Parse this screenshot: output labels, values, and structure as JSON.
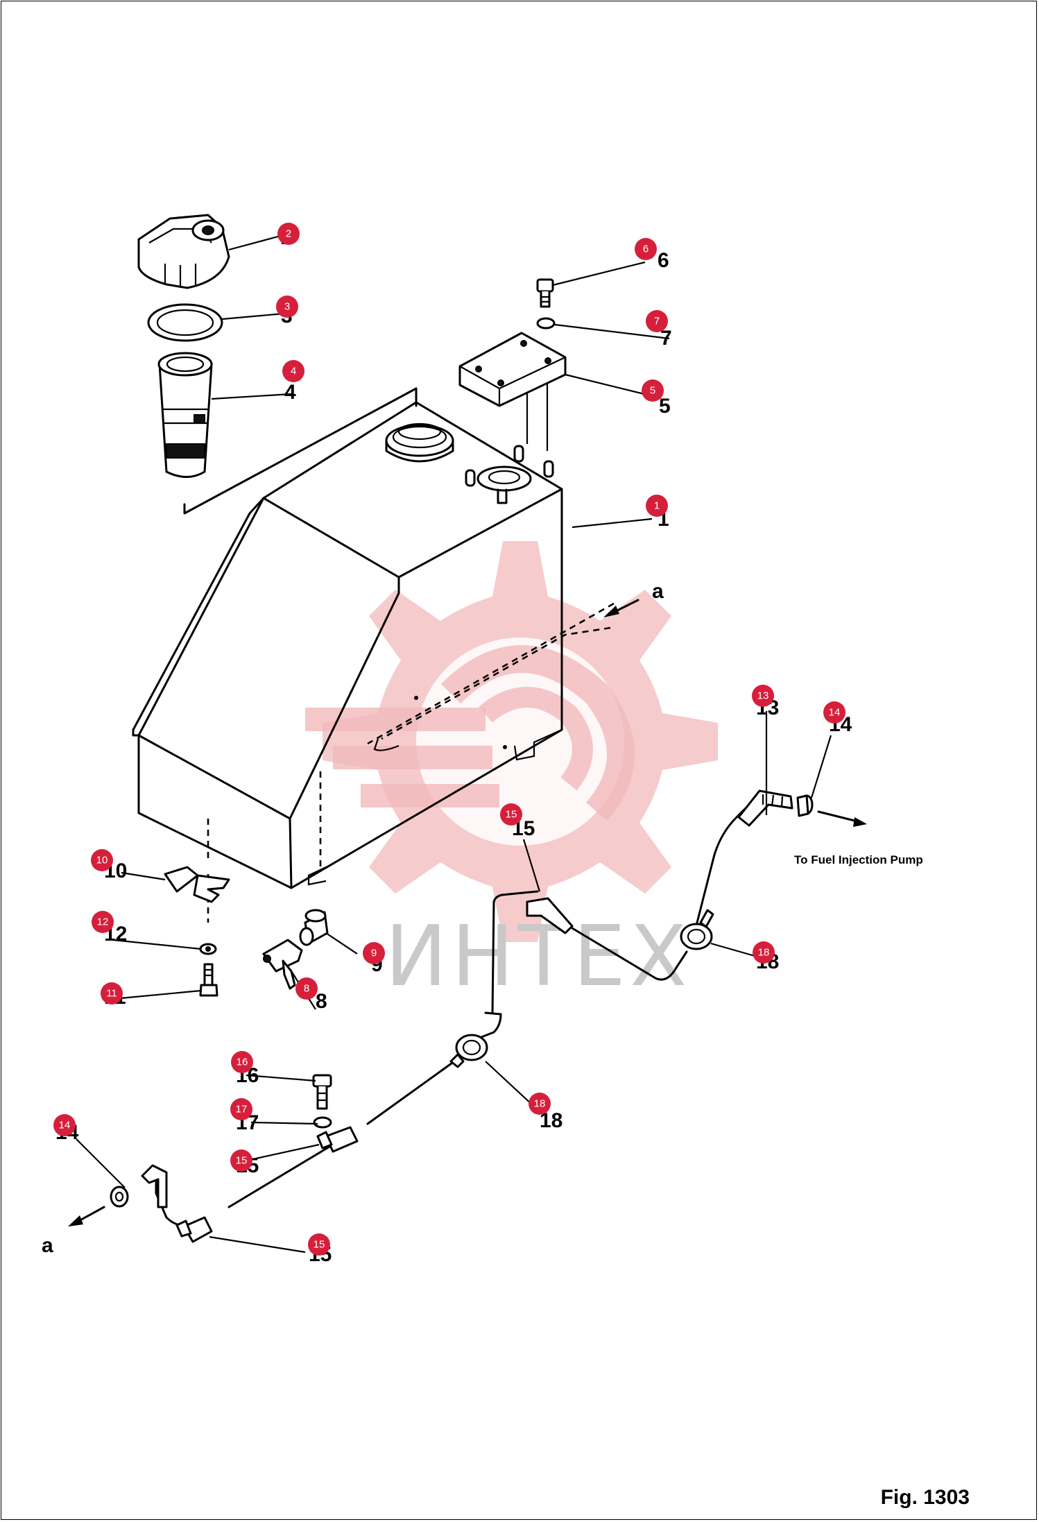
{
  "figure": {
    "caption": "Fig. 1303"
  },
  "watermark": {
    "text": "ИНТЕХ",
    "color": "#f1b9bb"
  },
  "badge_color": "#d61f3b",
  "direction_labels": {
    "a_top": "a",
    "a_bottom": "a"
  },
  "note": "To Fuel Injection Pump",
  "callouts": [
    {
      "number": "1",
      "printed": "1"
    },
    {
      "number": "2",
      "printed": "2"
    },
    {
      "number": "3",
      "printed": "3"
    },
    {
      "number": "4",
      "printed": "4"
    },
    {
      "number": "5",
      "printed": "5"
    },
    {
      "number": "6",
      "printed": "6"
    },
    {
      "number": "7",
      "printed": "7"
    },
    {
      "number": "8",
      "printed": "8"
    },
    {
      "number": "9",
      "printed": "9"
    },
    {
      "number": "10",
      "printed": "10"
    },
    {
      "number": "11",
      "printed": "11"
    },
    {
      "number": "12",
      "printed": "12"
    },
    {
      "number": "13",
      "printed": "13"
    },
    {
      "number": "14",
      "printed": "14"
    },
    {
      "number": "15",
      "printed": "15"
    },
    {
      "number": "18",
      "printed": "18"
    },
    {
      "number": "16",
      "printed": "16"
    },
    {
      "number": "17",
      "printed": "17"
    },
    {
      "number": "15",
      "printed": "15"
    },
    {
      "number": "14",
      "printed": "14"
    },
    {
      "number": "15",
      "printed": "15"
    },
    {
      "number": "18",
      "printed": "18"
    }
  ]
}
